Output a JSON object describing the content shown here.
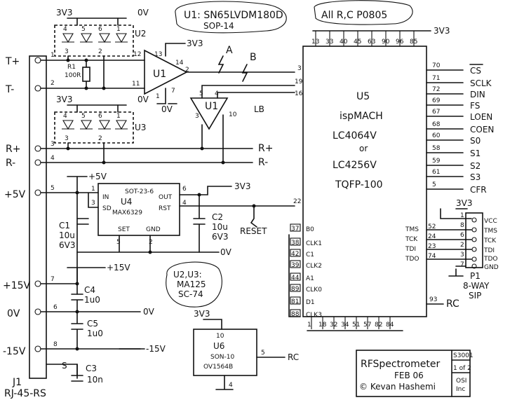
{
  "notes": {
    "u1_part": "U1: SN65LVDM180D",
    "u1_pkg": "SOP-14",
    "rc_pkg": "All R,C P0805",
    "u2u3_part_a": "U2,U3:",
    "u2u3_part_b": "MA125",
    "u2u3_part_c": "SC-74",
    "arrow_a": "A",
    "arrow_b": "B",
    "lb": "LB"
  },
  "connector": {
    "name": "J1",
    "type": "RJ-45-RS",
    "inputs": {
      "tp": "T+",
      "tm": "T-",
      "rp": "R+",
      "rm": "R-",
      "p5": "+5V",
      "p15": "+15V",
      "gnd": "0V",
      "m15": "-15V"
    },
    "pins": [
      "1",
      "2",
      "3",
      "4",
      "5",
      "7",
      "6",
      "8",
      "S"
    ]
  },
  "nets": {
    "v33": "3V3",
    "v0": "0V",
    "p5": "+5V",
    "p15": "+15V",
    "m15": "-15V",
    "rp": "R+",
    "rm": "R-",
    "reset": "RESET",
    "rc": "RC"
  },
  "u1": {
    "ref": "U1",
    "pins": {
      "p1": "1",
      "p2": "2",
      "p3": "3",
      "p4": "4",
      "p5": "5",
      "p7": "7",
      "p10": "10",
      "p11": "11",
      "p12": "12",
      "p13": "13",
      "p14": "14"
    }
  },
  "u2": {
    "ref": "U2",
    "pins": [
      "4",
      "5",
      "6",
      "3",
      "1",
      "2"
    ]
  },
  "u3": {
    "ref": "U3",
    "pins": [
      "4",
      "5",
      "6",
      "3",
      "2",
      "1"
    ]
  },
  "r1": {
    "ref": "R1",
    "value": "100R"
  },
  "u4": {
    "ref": "U4",
    "part": "MAX6329",
    "pkg": "SOT-23-6",
    "pin_labels": {
      "in": "IN",
      "sd": "SD",
      "out": "OUT",
      "rst": "RST",
      "set": "SET",
      "gnd": "GND"
    },
    "pin_nums": {
      "in": "1",
      "sd": "3",
      "out": "6",
      "rst": "4",
      "set": "5",
      "gnd": "2"
    }
  },
  "caps": {
    "c1": {
      "ref": "C1",
      "value": "10u",
      "rating": "6V3"
    },
    "c2": {
      "ref": "C2",
      "value": "10u",
      "rating": "6V3"
    },
    "c3": {
      "ref": "C3",
      "value": "10n"
    },
    "c4": {
      "ref": "C4",
      "value": "1u0"
    },
    "c5": {
      "ref": "C5",
      "value": "1u0"
    }
  },
  "u5": {
    "ref": "U5",
    "part": "ispMACH",
    "option_a": "LC4064V",
    "or": "or",
    "option_b": "LC4256V",
    "pkg": "TQFP-100",
    "top_pins": [
      "13",
      "33",
      "40",
      "45",
      "63",
      "90",
      "96",
      "85"
    ],
    "bottom_pins": [
      "1",
      "18",
      "32",
      "34",
      "51",
      "57",
      "82",
      "84"
    ],
    "left_pins": [
      {
        "num": "3",
        "label": ""
      },
      {
        "num": "19",
        "label": ""
      },
      {
        "num": "16",
        "label": ""
      },
      {
        "num": "22",
        "label": ""
      },
      {
        "num": "37",
        "label": "B0"
      },
      {
        "num": "38",
        "label": "CLK1"
      },
      {
        "num": "42",
        "label": "C1"
      },
      {
        "num": "39",
        "label": "CLK2"
      },
      {
        "num": "44",
        "label": "A1"
      },
      {
        "num": "89",
        "label": "CLK0"
      },
      {
        "num": "81",
        "label": "D1"
      },
      {
        "num": "88",
        "label": "CLK3"
      }
    ],
    "right_pins": [
      {
        "num": "70",
        "label": "CS"
      },
      {
        "num": "71",
        "label": "SCLK"
      },
      {
        "num": "72",
        "label": "DIN"
      },
      {
        "num": "69",
        "label": "FS"
      },
      {
        "num": "67",
        "label": "LOEN"
      },
      {
        "num": "68",
        "label": "COEN"
      },
      {
        "num": "60",
        "label": "S0"
      },
      {
        "num": "58",
        "label": "S1"
      },
      {
        "num": "59",
        "label": "S2"
      },
      {
        "num": "61",
        "label": "S3"
      },
      {
        "num": "5",
        "label": "CFR"
      }
    ],
    "jtag": [
      {
        "num": "52",
        "label": "TMS"
      },
      {
        "num": "24",
        "label": "TCK"
      },
      {
        "num": "23",
        "label": "TDI"
      },
      {
        "num": "74",
        "label": "TDO"
      }
    ],
    "rc_pin": "93"
  },
  "p1": {
    "ref": "P1",
    "desc_a": "8-WAY",
    "desc_b": "SIP",
    "pins": [
      {
        "num": "1",
        "label": "VCC"
      },
      {
        "num": "8",
        "label": "TMS"
      },
      {
        "num": "6",
        "label": "TCK"
      },
      {
        "num": "2",
        "label": "TDI"
      },
      {
        "num": "3",
        "label": "TDO"
      },
      {
        "num": "7",
        "label": "GND"
      }
    ]
  },
  "u6": {
    "ref": "U6",
    "pkg": "SON-10",
    "part": "OV1564B",
    "pins": {
      "vcc": "10",
      "out": "5",
      "gnd": "4"
    }
  },
  "title_block": {
    "title": "RFSpectrometer",
    "number": "S3001",
    "sheet": "1 of 2",
    "date": "FEB 06",
    "author": "© Kevan Hashemi",
    "org_a": "OSI",
    "org_b": "Inc"
  }
}
